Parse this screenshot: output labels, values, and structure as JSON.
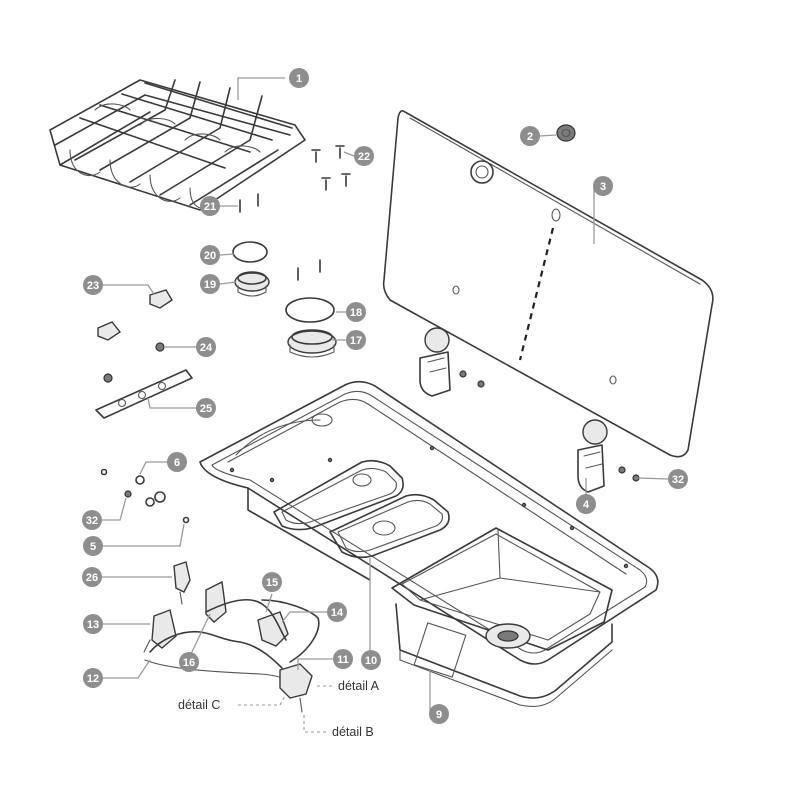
{
  "callouts": [
    {
      "id": "c1",
      "label": "1"
    },
    {
      "id": "c2",
      "label": "2"
    },
    {
      "id": "c3",
      "label": "3"
    },
    {
      "id": "c4",
      "label": "4"
    },
    {
      "id": "c5",
      "label": "5"
    },
    {
      "id": "c6",
      "label": "6"
    },
    {
      "id": "c9",
      "label": "9"
    },
    {
      "id": "c10",
      "label": "10"
    },
    {
      "id": "c11",
      "label": "11"
    },
    {
      "id": "c12",
      "label": "12"
    },
    {
      "id": "c13",
      "label": "13"
    },
    {
      "id": "c14",
      "label": "14"
    },
    {
      "id": "c15",
      "label": "15"
    },
    {
      "id": "c16",
      "label": "16"
    },
    {
      "id": "c17",
      "label": "17"
    },
    {
      "id": "c18",
      "label": "18"
    },
    {
      "id": "c19",
      "label": "19"
    },
    {
      "id": "c20",
      "label": "20"
    },
    {
      "id": "c21",
      "label": "21"
    },
    {
      "id": "c22",
      "label": "22"
    },
    {
      "id": "c23",
      "label": "23"
    },
    {
      "id": "c24",
      "label": "24"
    },
    {
      "id": "c25",
      "label": "25"
    },
    {
      "id": "c26",
      "label": "26"
    },
    {
      "id": "c32a",
      "label": "32"
    },
    {
      "id": "c32b",
      "label": "32"
    }
  ],
  "details": {
    "a": "détail A",
    "b": "détail B",
    "c": "détail C"
  }
}
